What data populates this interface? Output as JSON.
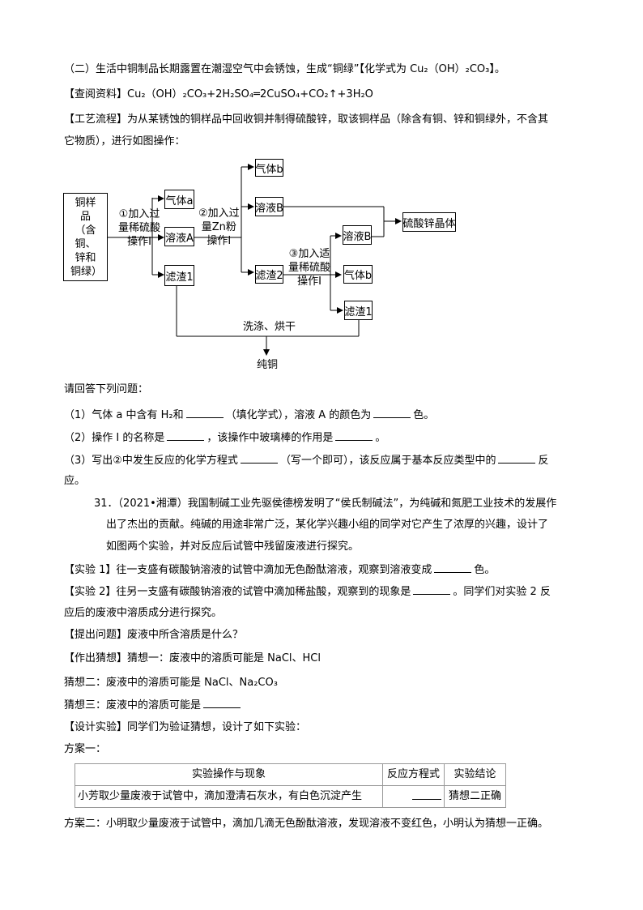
{
  "intro": {
    "line1": "（二）生活中铜制品长期露置在潮湿空气中会锈蚀，生成“铜绿”【化学式为 Cu₂（OH）₂CO₃】。",
    "line2": "【查阅资料】Cu₂（OH）₂CO₃+2H₂SO₄═2CuSO₄+CO₂↑+3H₂O",
    "line3": "【工艺流程】为从某锈蚀的铜样品中回收铜并制得硫酸锌，取该铜样品（除含有铜、锌和铜绿外，不含其",
    "line4": "它物质），进行如图操作："
  },
  "diagram": {
    "sample": "铜样品（含铜、锌和铜绿）",
    "step1": [
      "①加入过",
      "量稀硫酸",
      "操作I"
    ],
    "gas_a": "气体a",
    "solution_a": "溶液A",
    "residue1": "滤渣1",
    "step2": [
      "②加入过",
      "量Zn粉",
      "操作I"
    ],
    "gas_b": "气体b",
    "solution_b": "溶液B",
    "residue2": "滤渣2",
    "step3": [
      "③加入适",
      "量稀硫酸",
      "操作I"
    ],
    "solution_b2": "溶液B",
    "gas_b2": "气体b",
    "residue1b": "滤渣1",
    "product": "硫酸锌晶体",
    "wash": "洗涤、烘干",
    "pure_cu": "纯铜"
  },
  "questions": {
    "header": "请回答下列问题：",
    "q1a": "（1）气体 a 中含有 H₂和",
    "q1b": "（填化学式），溶液 A 的颜色为",
    "q1c": "色。",
    "q2a": "（2）操作 I 的名称是",
    "q2b": "，该操作中玻璃棒的作用是",
    "q2c": "。",
    "q3a": "（3）写出②中发生反应的化学方程式",
    "q3b": "（写一个即可），该反应属于基本反应类型中的",
    "q3c": "反",
    "q3d": "应。"
  },
  "q31": {
    "line1": "31．（2021•湘潭）我国制碱工业先驱侯德榜发明了“侯氏制碱法”，为纯碱和氮肥工业技术的发展作",
    "line2": "出了杰出的贡献。纯碱的用途非常广泛，某化学兴趣小组的同学对它产生了浓厚的兴趣，设计了",
    "line3": "如图两个实验，并对反应后试管中残留废液进行探究。",
    "exp1a": "【实验 1】往一支盛有碳酸钠溶液的试管中滴加无色酚酞溶液，观察到溶液变成",
    "exp1b": "色。",
    "exp2a": "【实验 2】往另一支盛有碳酸钠溶液的试管中滴加稀盐酸，观察到的现象是",
    "exp2b": "。同学们对实验 2 反",
    "exp2c": "应后的废液中溶质成分进行探究。",
    "question": "【提出问题】废液中所含溶质是什么？",
    "guess1": "【作出猜想】猜想一：废液中的溶质可能是 NaCl、HCl",
    "guess2": "猜想二：废液中的溶质可能是 NaCl、Na₂CO₃",
    "guess3": "猜想三：废液中的溶质可能是",
    "design": "【设计实验】同学们为验证猜想，设计了如下实验：",
    "plan1": "方案一：",
    "table": {
      "headers": [
        "实验操作与现象",
        "反应方程式",
        "实验结论"
      ],
      "row": [
        "小芳取少量废液于试管中，滴加澄清石灰水，有白色沉淀产生",
        "",
        "猜想二正确"
      ]
    },
    "plan2": "方案二：小明取少量废液于试管中，滴加几滴无色酚酞溶液，发现溶液不变红色，小明认为猜想一正确。"
  }
}
